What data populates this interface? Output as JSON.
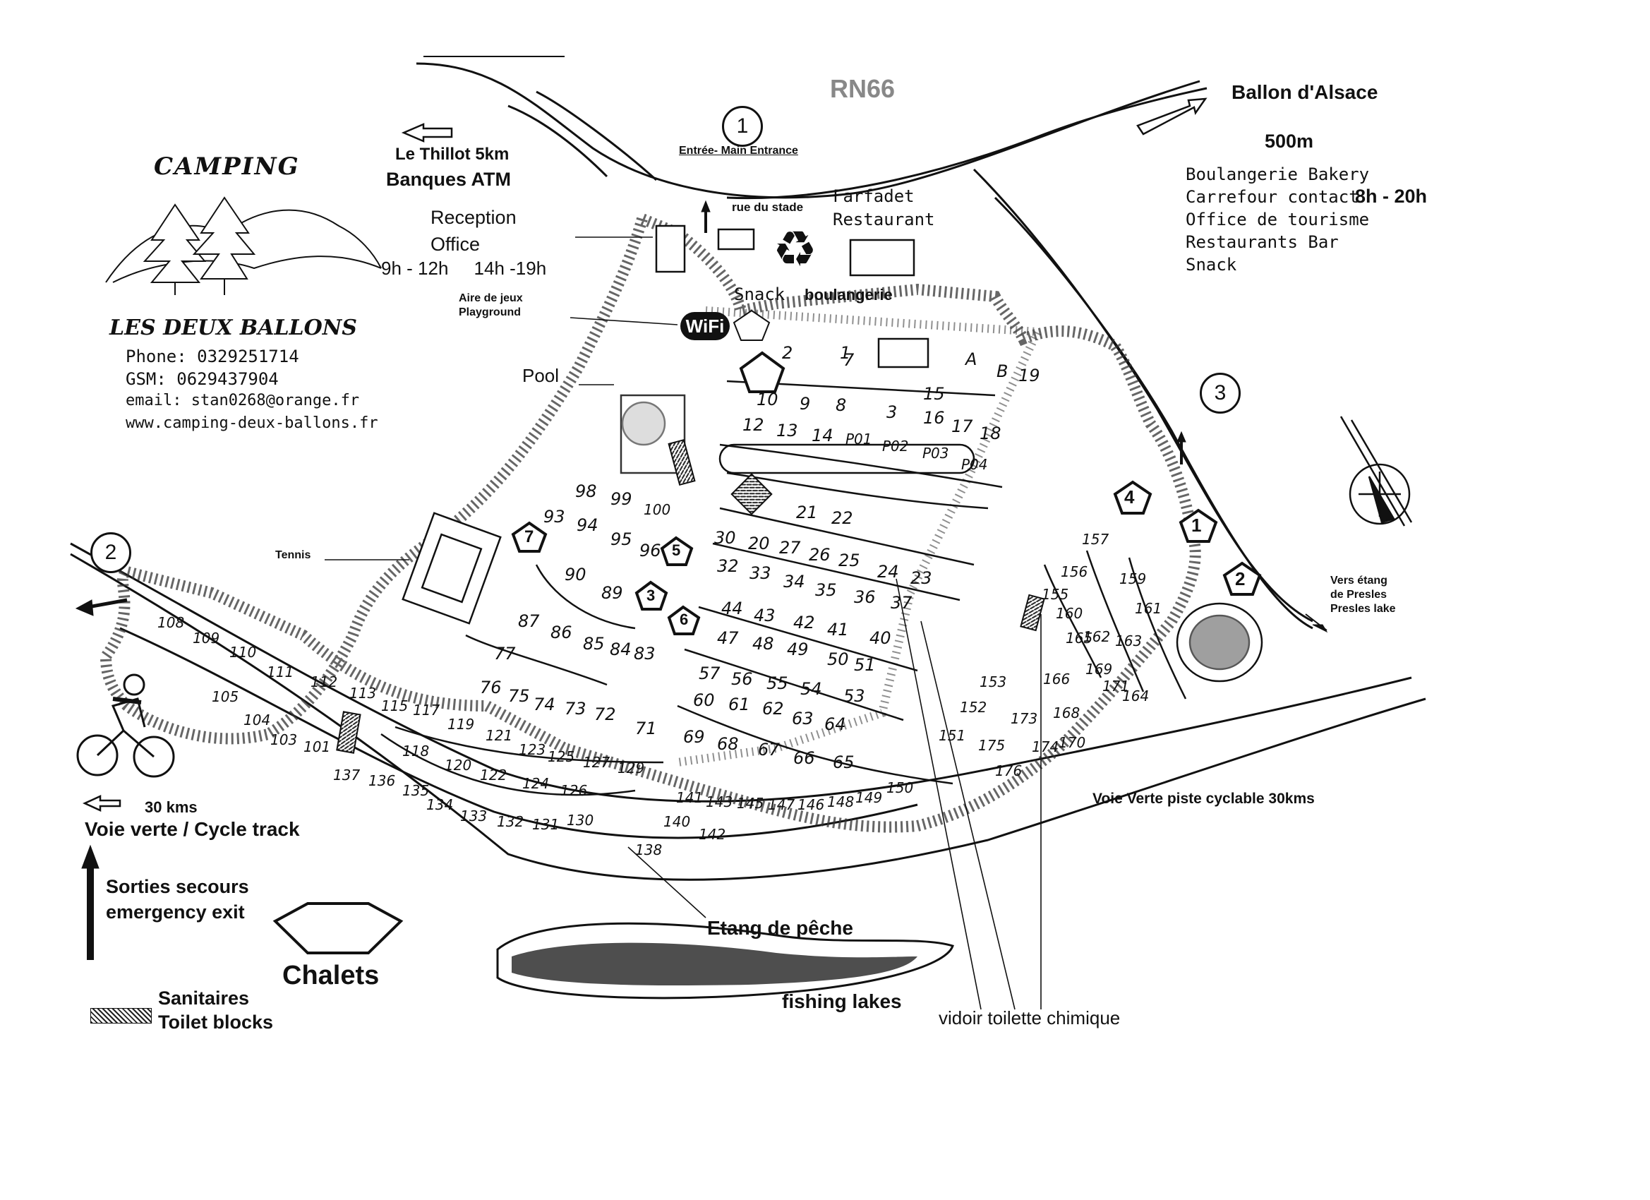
{
  "title": {
    "line1": "CAMPING",
    "line2": "LES DEUX BALLONS"
  },
  "contact": {
    "phone": "Phone: 0329251714",
    "gsm": "GSM: 0629437904",
    "email": "email: stan0268@orange.fr",
    "web": "www.camping-deux-ballons.fr"
  },
  "road": "RN66",
  "entrance": {
    "label": "Entrée- Main Entrance",
    "marker": "1",
    "street": "rue du stade"
  },
  "direction_left": {
    "line1": "Le Thillot 5km",
    "line2": "Banques ATM"
  },
  "reception": {
    "line1": "Reception",
    "line2": "Office",
    "hours": "9h - 12h     14h -19h"
  },
  "playground": {
    "line1": "Aire de jeux",
    "line2": "Playground"
  },
  "pool": "Pool",
  "tennis": "Tennis",
  "farfadet": {
    "line1": "Farfadet",
    "line2": "Restaurant"
  },
  "snack": "Snack",
  "boulangerie": "boulangerie",
  "wifi": "WiFi",
  "ballon": {
    "title": "Ballon d'Alsace",
    "distance": "500m",
    "items": [
      "Boulangerie Bakery",
      "Carrefour contact",
      "Office de tourisme",
      "Restaurants Bar",
      "Snack"
    ],
    "hours": "8h - 20h"
  },
  "markers": {
    "two": "2",
    "three": "3"
  },
  "presles": {
    "line1": "Vers étang",
    "line2": "de Presles",
    "line3": "Presles lake"
  },
  "voie_verte_right": "Voie Verte piste cyclable 30kms",
  "cycle_track": {
    "distance": "30 kms",
    "label": "Voie verte / Cycle track"
  },
  "legend": {
    "exit_line1": "Sorties secours",
    "exit_line2": "emergency exit",
    "chalets": "Chalets",
    "toilets_line1": "Sanitaires",
    "toilets_line2": "Toilet blocks"
  },
  "pond": {
    "line1": "Etang de pêche",
    "line2": "fishing lakes"
  },
  "vidoir": "vidoir toilette chimique",
  "chalet_numbers": [
    "1",
    "2",
    "3",
    "4",
    "5",
    "6",
    "7"
  ],
  "plots": [
    "A",
    "B",
    "19",
    "2",
    "1",
    "7",
    "15",
    "10",
    "9",
    "8",
    "3",
    "16",
    "17",
    "18",
    "12",
    "13",
    "14",
    "P01",
    "P02",
    "P03",
    "P04",
    "98",
    "99",
    "100",
    "21",
    "22",
    "93",
    "94",
    "95",
    "96",
    "30",
    "20",
    "27",
    "26",
    "25",
    "24",
    "23",
    "90",
    "89",
    "32",
    "33",
    "34",
    "35",
    "36",
    "37",
    "87",
    "86",
    "85",
    "84",
    "83",
    "44",
    "43",
    "42",
    "41",
    "40",
    "47",
    "48",
    "49",
    "50",
    "51",
    "77",
    "57",
    "56",
    "55",
    "54",
    "60",
    "61",
    "62",
    "63",
    "64",
    "53",
    "76",
    "75",
    "74",
    "73",
    "72",
    "71",
    "108",
    "109",
    "110",
    "111",
    "112",
    "113",
    "115",
    "117",
    "119",
    "121",
    "123",
    "125",
    "127",
    "129",
    "105",
    "104",
    "103",
    "101",
    "118",
    "120",
    "122",
    "124",
    "126",
    "69",
    "68",
    "67",
    "66",
    "65",
    "137",
    "136",
    "135",
    "134",
    "133",
    "132",
    "131",
    "130",
    "141",
    "143",
    "145",
    "147",
    "146",
    "148",
    "149",
    "150",
    "140",
    "142",
    "138",
    "157",
    "156",
    "155",
    "159",
    "160",
    "161",
    "165",
    "162",
    "163",
    "164",
    "169",
    "171",
    "153",
    "152",
    "151",
    "166",
    "168",
    "173",
    "175",
    "176",
    "174",
    "170"
  ]
}
